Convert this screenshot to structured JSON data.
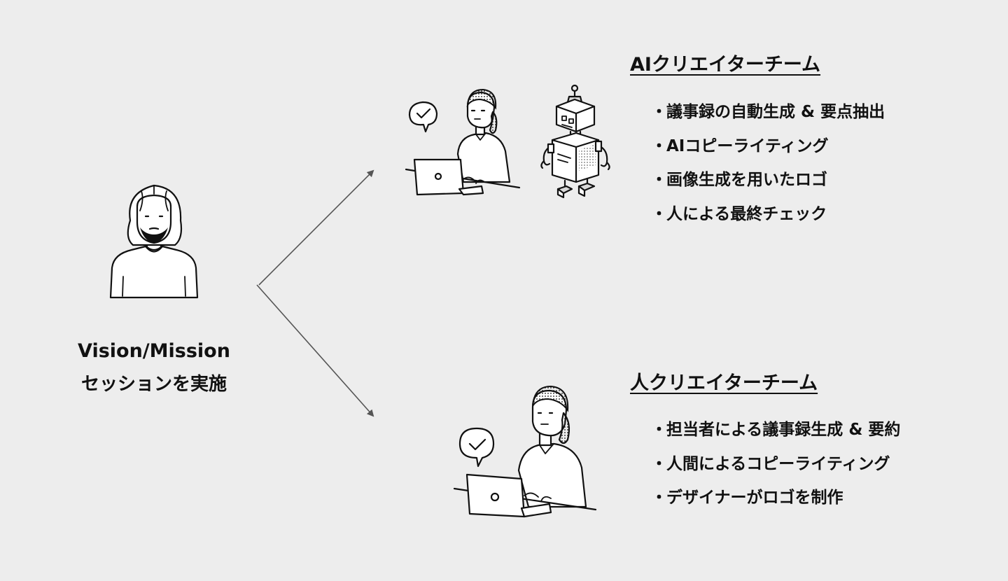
{
  "left": {
    "caption_line1": "Vision/Mission",
    "caption_line2": "セッションを実施"
  },
  "teams": [
    {
      "title": "AIクリエイターチーム",
      "items": [
        "議事録の自動生成 & 要点抽出",
        "AIコピーライティング",
        "画像生成を用いたロゴ",
        "人による最終チェック"
      ]
    },
    {
      "title": "人クリエイターチーム",
      "items": [
        "担当者による議事録生成 & 要約",
        "人間によるコピーライティング",
        "デザイナーがロゴを制作"
      ]
    }
  ],
  "colors": {
    "background": "#ededed",
    "ink": "#111111",
    "arrow": "#555555"
  },
  "icons": [
    "man-avatar-icon",
    "woman-laptop-icon",
    "robot-icon",
    "checkmark-bubble-icon"
  ]
}
